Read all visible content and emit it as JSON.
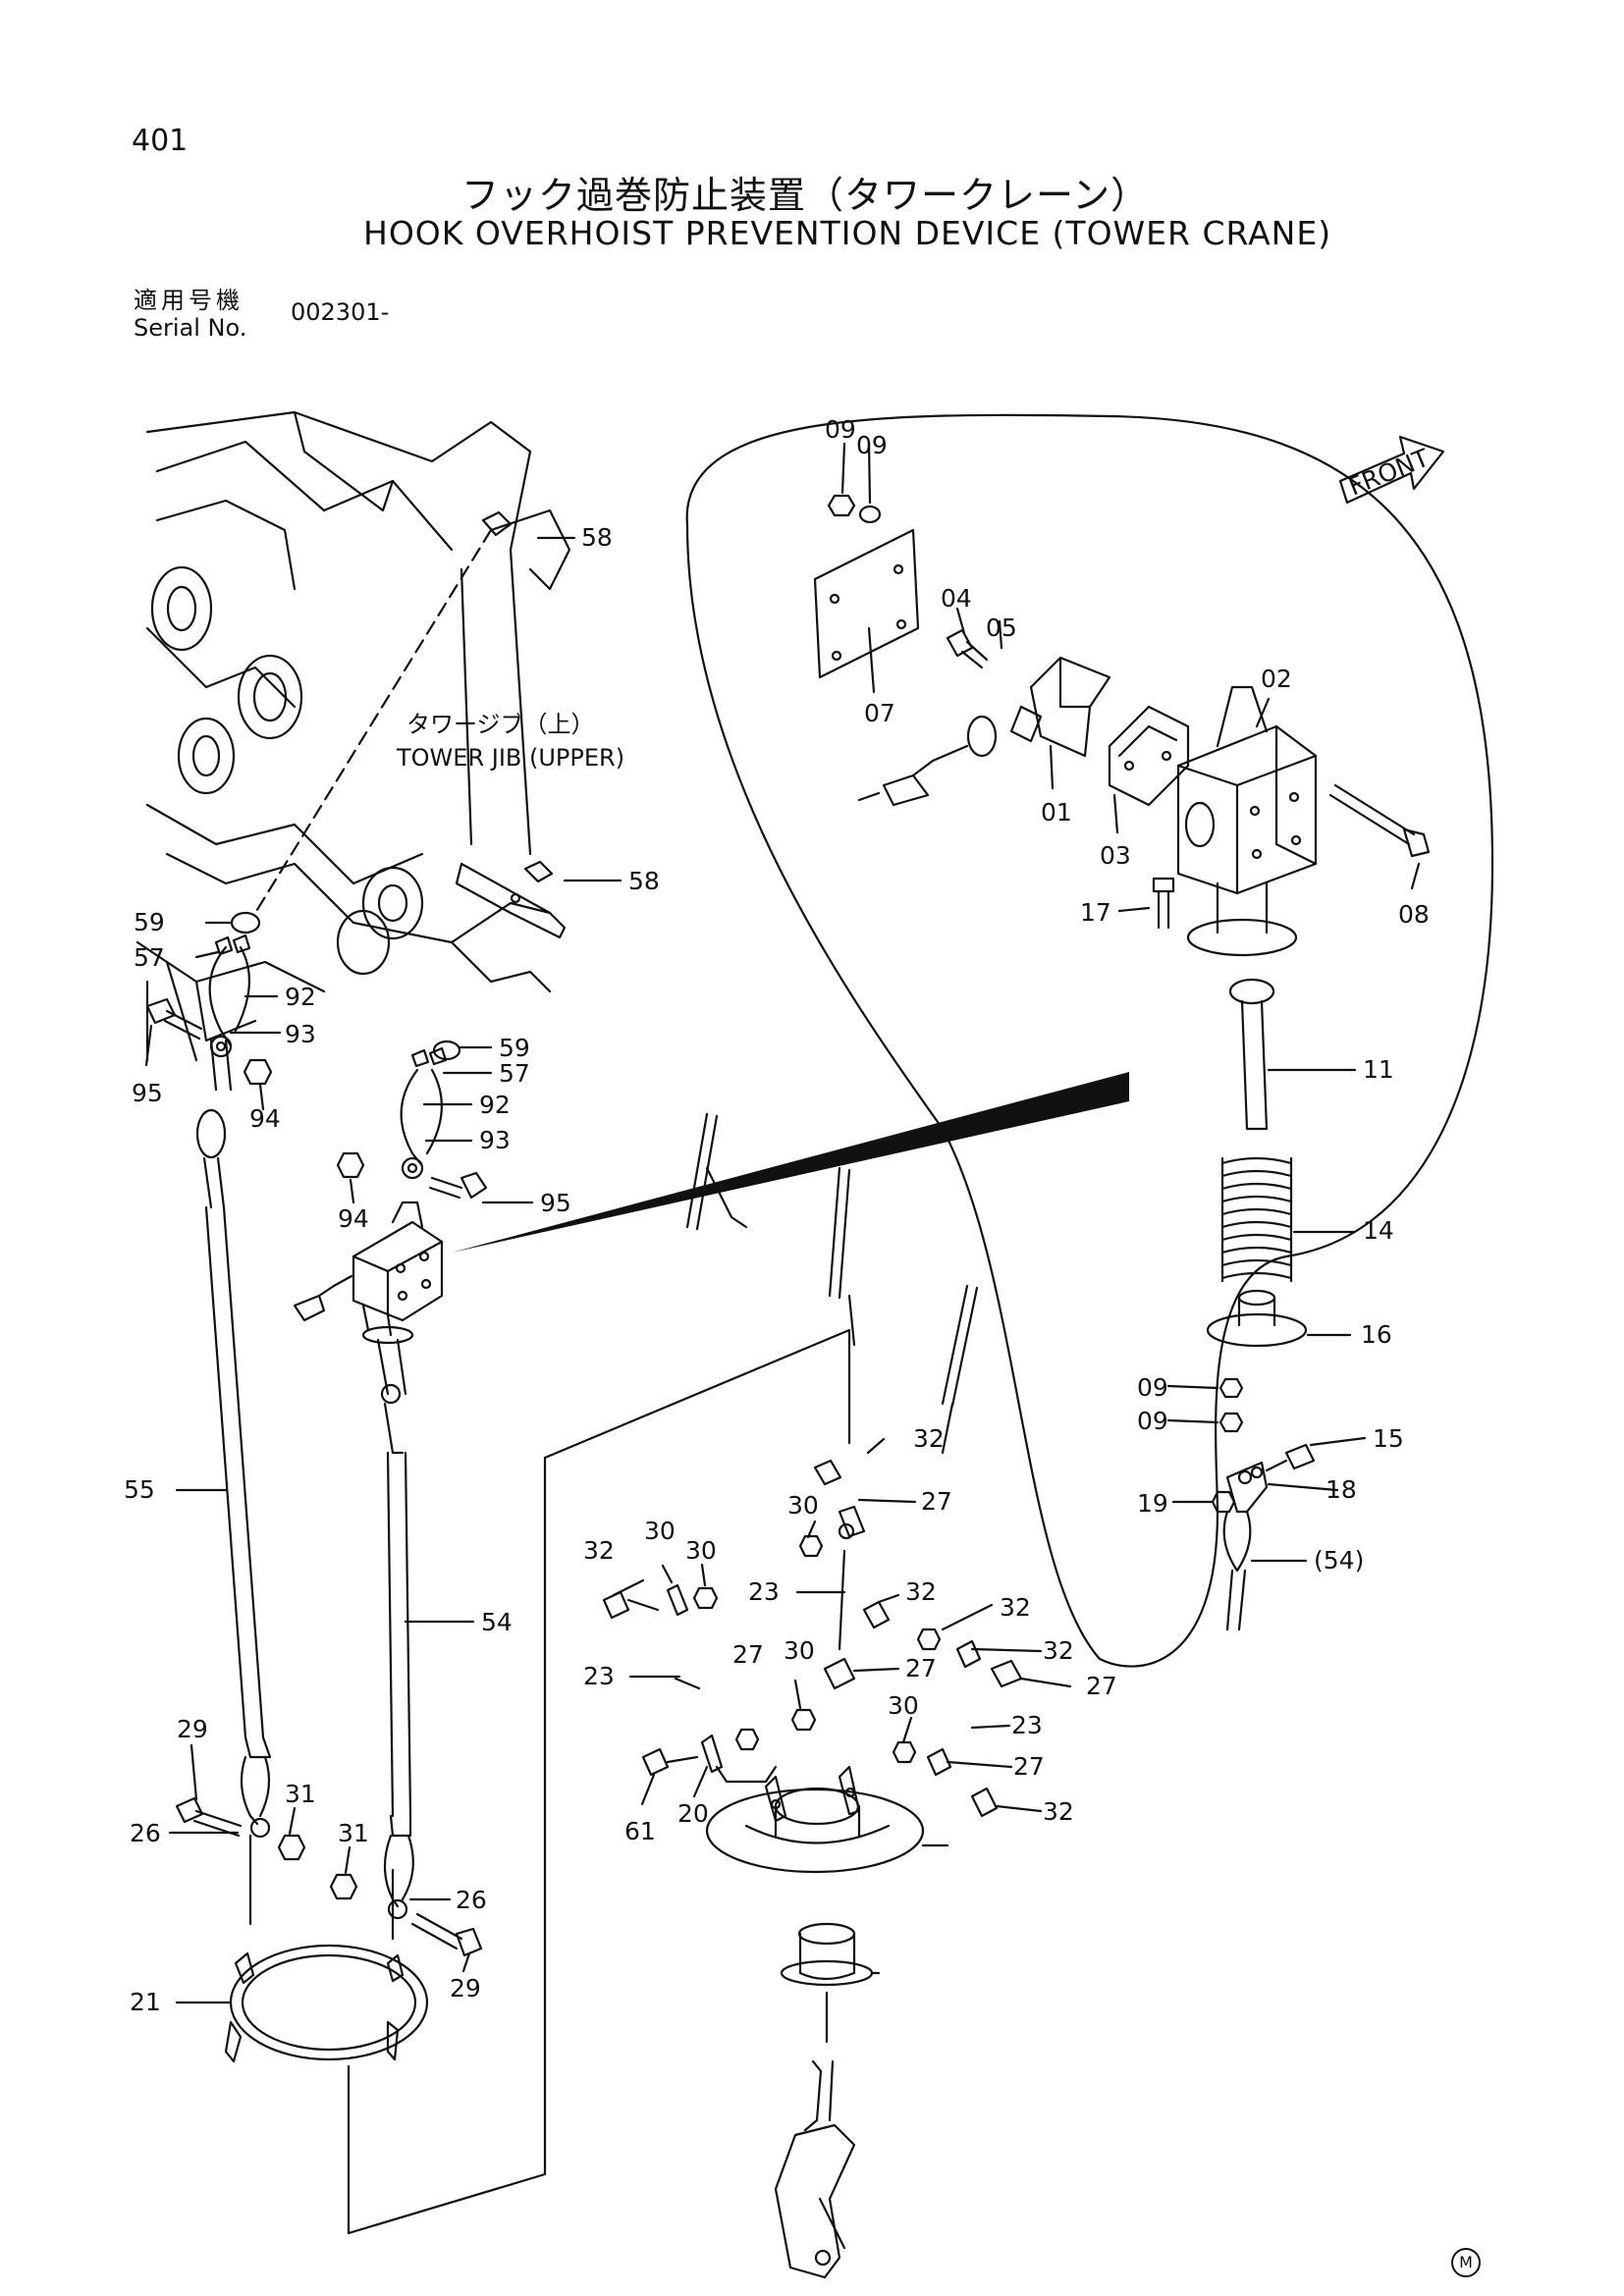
{
  "page_number": "401",
  "title_jp": "フック過巻防止装置（タワークレーン）",
  "title_en": "HOOK OVERHOIST PREVENTION DEVICE (TOWER CRANE)",
  "serial": {
    "label_jp": "適用号機",
    "label_en": "Serial No.",
    "value": "002301-"
  },
  "front_label": "FRONT",
  "tower_jib_jp": "タワージブ（上）",
  "tower_jib_en": "TOWER JIB (UPPER)",
  "manufacturer_mark": "M",
  "part_callouts": [
    "09",
    "09",
    "04",
    "05",
    "07",
    "01",
    "03",
    "02",
    "08",
    "17",
    "11",
    "14",
    "16",
    "09",
    "09",
    "15",
    "19",
    "18",
    "(54)",
    "58",
    "58",
    "59",
    "57",
    "92",
    "93",
    "95",
    "94",
    "59",
    "57",
    "92",
    "93",
    "94",
    "95",
    "55",
    "54",
    "29",
    "26",
    "31",
    "31",
    "26",
    "29",
    "21",
    "32",
    "30",
    "27",
    "23",
    "32",
    "27",
    "30",
    "32",
    "23",
    "30",
    "30",
    "27",
    "32",
    "32",
    "27",
    "23",
    "30",
    "27",
    "32",
    "20",
    "61"
  ]
}
